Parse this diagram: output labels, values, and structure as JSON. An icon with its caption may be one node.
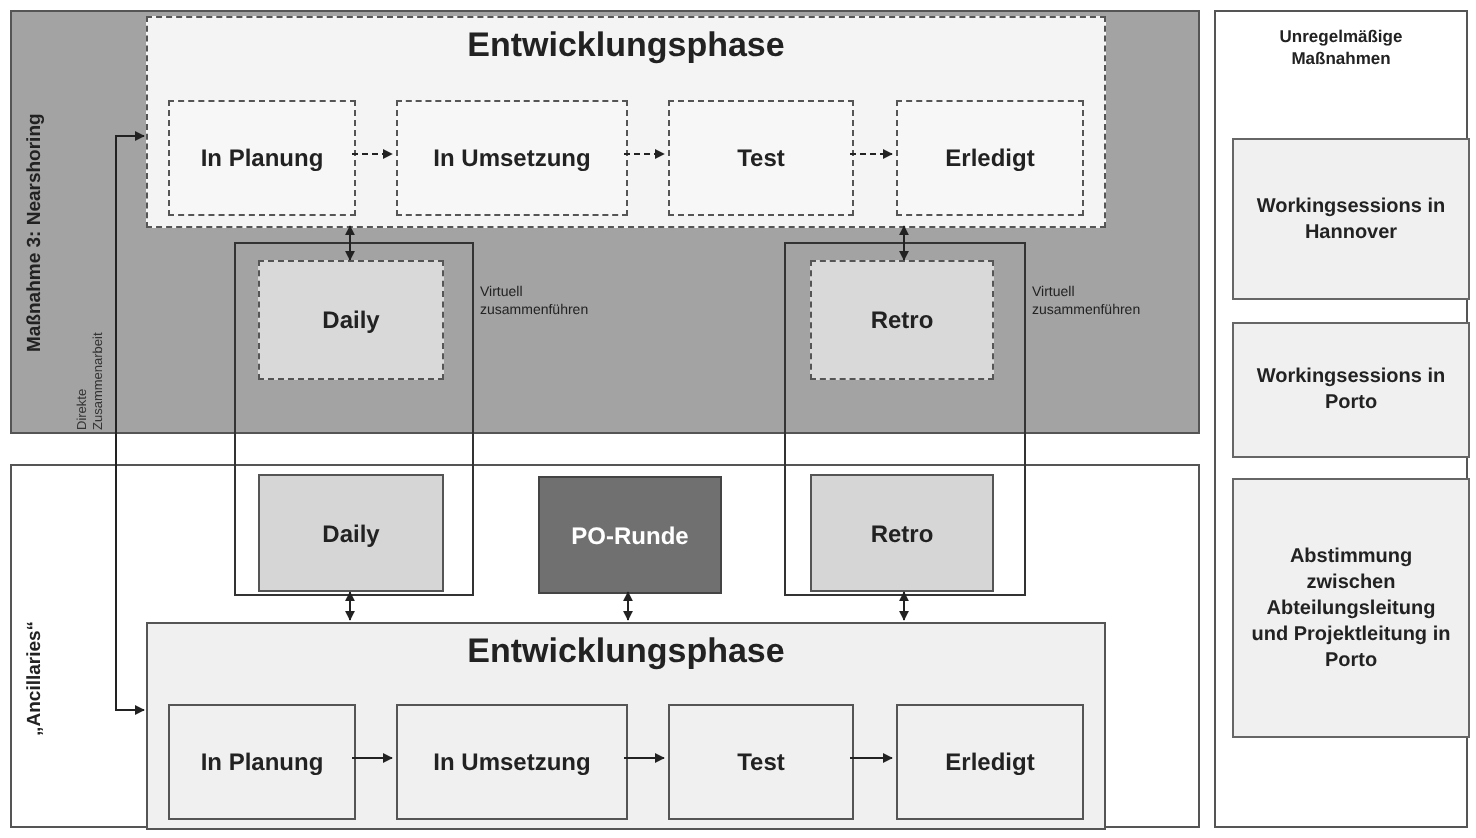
{
  "diagram": {
    "nodes": [
      {
        "text": [
          "Maßnahme 3: Nearshoring"
        ]
      },
      {
        "text": [
          "Entwicklungsphase"
        ],
        "in": 0
      },
      {
        "text": [
          "In Planung"
        ],
        "in": 1
      },
      {
        "text": [
          "In Umsetzung"
        ],
        "in": 1
      },
      {
        "text": [
          "Test"
        ],
        "in": 1
      },
      {
        "text": [
          "Erledigt"
        ],
        "in": 1
      },
      {
        "text": [],
        "shape": "box",
        "beside": [
          "Virtuell zusammenführen"
        ]
      },
      {
        "text": [
          "Daily"
        ]
      },
      {
        "text": [],
        "shape": "box",
        "beside": [
          "Virtuell zusammenführen"
        ]
      },
      {
        "text": [
          "Retro"
        ]
      },
      {
        "text": [
          "„Ancillaries“"
        ]
      },
      {
        "text": [
          "Daily"
        ]
      },
      {
        "text": [
          "PO-Runde"
        ],
        "in": 10
      },
      {
        "text": [
          "Retro"
        ]
      },
      {
        "text": [
          "Entwicklungsphase"
        ],
        "in": 10
      },
      {
        "text": [
          "In Planung"
        ],
        "in": 14
      },
      {
        "text": [
          "In Umsetzung"
        ],
        "in": 14
      },
      {
        "text": [
          "Test"
        ],
        "in": 14
      },
      {
        "text": [
          "Erledigt"
        ],
        "in": 14
      },
      {
        "text": [
          "Unregelmäßige Maßnahmen"
        ]
      },
      {
        "text": [
          "Workingsessions in Hannover"
        ],
        "in": 19
      },
      {
        "text": [
          "Workingsessions in Porto"
        ],
        "in": 19
      },
      {
        "text": [
          "Abstimmung zwischen Abteilungsleitung und Projektleitung in Porto"
        ],
        "in": 19
      }
    ],
    "edges": [
      {
        "from": 2,
        "to": 3,
        "arrow": "to",
        "style": "dashed"
      },
      {
        "from": 3,
        "to": 4,
        "arrow": "to",
        "style": "dashed"
      },
      {
        "from": 4,
        "to": 5,
        "arrow": "to",
        "style": "dashed"
      },
      {
        "from": 1,
        "to": 7,
        "arrow": "both"
      },
      {
        "from": 1,
        "to": 9,
        "arrow": "both"
      },
      {
        "from": 11,
        "to": 14,
        "arrow": "both"
      },
      {
        "from": 12,
        "to": 14,
        "arrow": "both"
      },
      {
        "from": 13,
        "to": 14,
        "arrow": "both"
      },
      {
        "from": 15,
        "to": 16,
        "arrow": "to"
      },
      {
        "from": 16,
        "to": 17,
        "arrow": "to"
      },
      {
        "from": 17,
        "to": 18,
        "arrow": "to"
      },
      {
        "from": 1,
        "to": 14,
        "arrow": "both",
        "label": "Direkte Zusammenarbeit"
      }
    ]
  }
}
